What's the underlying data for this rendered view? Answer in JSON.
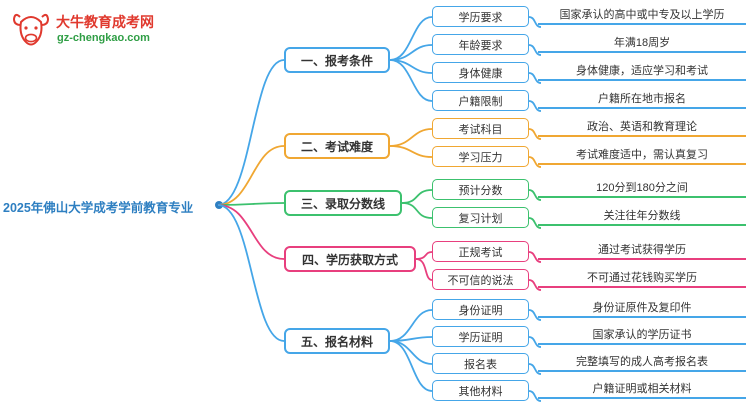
{
  "site": {
    "logo_title": "大牛教育成考网",
    "logo_domain": "gz-chengkao.com"
  },
  "root": {
    "title": "2025年佛山大学成考学前教育专业"
  },
  "palette": {
    "branch_blue": "#45a6e8",
    "branch_orange": "#f0a732",
    "branch_green": "#3cc16e",
    "branch_pink": "#e83f7e",
    "logo_red": "#e0392e",
    "logo_green": "#2f9e45",
    "root_blue": "#2e7fc1"
  },
  "branches": [
    {
      "label": "一、报考条件",
      "color": "#45a6e8",
      "children": [
        {
          "label": "学历要求",
          "value": "国家承认的高中或中专及以上学历"
        },
        {
          "label": "年龄要求",
          "value": "年满18周岁"
        },
        {
          "label": "身体健康",
          "value": "身体健康，适应学习和考试"
        },
        {
          "label": "户籍限制",
          "value": "户籍所在地市报名"
        }
      ]
    },
    {
      "label": "二、考试难度",
      "color": "#f0a732",
      "children": [
        {
          "label": "考试科目",
          "value": "政治、英语和教育理论"
        },
        {
          "label": "学习压力",
          "value": "考试难度适中，需认真复习"
        }
      ]
    },
    {
      "label": "三、录取分数线",
      "color": "#3cc16e",
      "children": [
        {
          "label": "预计分数",
          "value": "120分到180分之间"
        },
        {
          "label": "复习计划",
          "value": "关注往年分数线"
        }
      ]
    },
    {
      "label": "四、学历获取方式",
      "color": "#e83f7e",
      "children": [
        {
          "label": "正规考试",
          "value": "通过考试获得学历"
        },
        {
          "label": "不可信的说法",
          "value": "不可通过花钱购买学历"
        }
      ]
    },
    {
      "label": "五、报名材料",
      "color": "#45a6e8",
      "children": [
        {
          "label": "身份证明",
          "value": "身份证原件及复印件"
        },
        {
          "label": "学历证明",
          "value": "国家承认的学历证书"
        },
        {
          "label": "报名表",
          "value": "完整填写的成人高考报名表"
        },
        {
          "label": "其他材料",
          "value": "户籍证明或相关材料"
        }
      ]
    }
  ]
}
